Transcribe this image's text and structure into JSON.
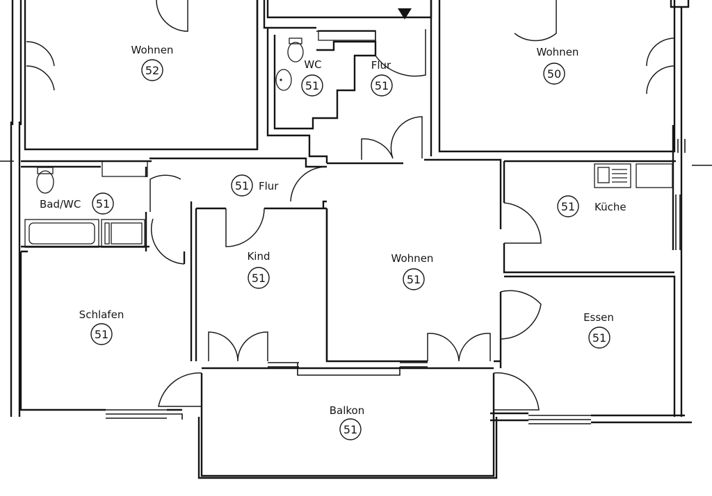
{
  "rooms": {
    "wohnen_nw": {
      "label": "Wohnen",
      "number": "52"
    },
    "wohnen_ne": {
      "label": "Wohnen",
      "number": "50"
    },
    "wc": {
      "label": "WC",
      "number": "51"
    },
    "flur_top": {
      "label": "Flur",
      "number": "51"
    },
    "flur_mid": {
      "label": "Flur",
      "number": "51"
    },
    "bad_wc": {
      "label": "Bad/WC",
      "number": "51"
    },
    "kueche": {
      "label": "Küche",
      "number": "51"
    },
    "kind": {
      "label": "Kind",
      "number": "51"
    },
    "wohnen_main": {
      "label": "Wohnen",
      "number": "51"
    },
    "schlafen": {
      "label": "Schlafen",
      "number": "51"
    },
    "essen": {
      "label": "Essen",
      "number": "51"
    },
    "balkon": {
      "label": "Balkon",
      "number": "51"
    }
  },
  "colors": {
    "line": "#141414",
    "paper": "#ffffff"
  }
}
